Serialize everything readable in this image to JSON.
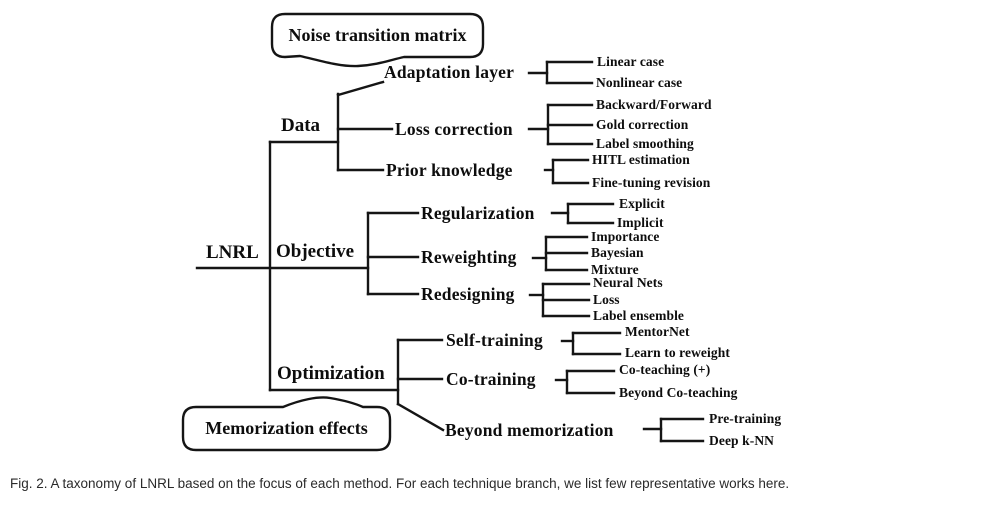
{
  "figure": {
    "root": {
      "label": "LNRL"
    },
    "callouts": {
      "top": "Noise transition matrix",
      "bottom": "Memorization effects"
    },
    "branches": [
      {
        "label": "Data",
        "children": [
          {
            "label": "Adaptation layer",
            "leaves": [
              "Linear case",
              "Nonlinear case"
            ]
          },
          {
            "label": "Loss correction",
            "leaves": [
              "Backward/Forward",
              "Gold correction",
              "Label smoothing"
            ]
          },
          {
            "label": "Prior knowledge",
            "leaves": [
              "HITL estimation",
              "Fine-tuning revision"
            ]
          }
        ]
      },
      {
        "label": "Objective",
        "children": [
          {
            "label": "Regularization",
            "leaves": [
              "Explicit",
              "Implicit"
            ]
          },
          {
            "label": "Reweighting",
            "leaves": [
              "Importance",
              "Bayesian",
              "Mixture"
            ]
          },
          {
            "label": "Redesigning",
            "leaves": [
              "Neural Nets",
              "Loss",
              "Label ensemble"
            ]
          }
        ]
      },
      {
        "label": "Optimization",
        "children": [
          {
            "label": "Self-training",
            "leaves": [
              "MentorNet",
              "Learn to reweight"
            ]
          },
          {
            "label": "Co-training",
            "leaves": [
              "Co-teaching (+)",
              "Beyond Co-teaching"
            ]
          },
          {
            "label": "Beyond memorization",
            "leaves": [
              "Pre-training",
              "Deep k-NN"
            ]
          }
        ]
      }
    ],
    "caption": "Fig. 2. A taxonomy of LNRL based on the focus of each method. For each technique branch, we list few representative works here.",
    "colors": {
      "line": "#151515",
      "text": "#0d0d0d",
      "caption": "#2a2a2a",
      "background": "#ffffff"
    }
  }
}
